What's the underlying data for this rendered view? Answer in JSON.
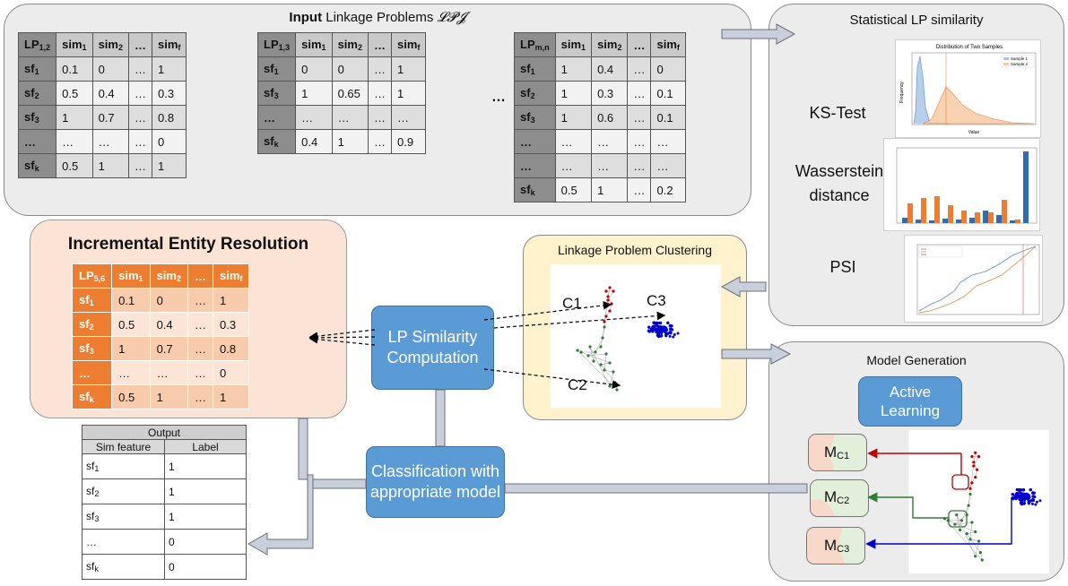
{
  "input_panel": {
    "title_bold": "Input",
    "title_rest": "Linkage Problems",
    "title_math": "𝓛𝓟𝓙",
    "tables": [
      {
        "header": [
          "LP1,2",
          "sim1",
          "sim2",
          "…",
          "simf"
        ],
        "rows": [
          [
            "sf1",
            "0.1",
            "0",
            "…",
            "1"
          ],
          [
            "sf2",
            "0.5",
            "0.4",
            "…",
            "0.3"
          ],
          [
            "sf3",
            "1",
            "0.7",
            "…",
            "0.8"
          ],
          [
            "…",
            "…",
            "…",
            "…",
            "0"
          ],
          [
            "sfk",
            "0.5",
            "1",
            "…",
            "1"
          ]
        ]
      },
      {
        "header": [
          "LP1,3",
          "sim1",
          "sim2",
          "…",
          "simf"
        ],
        "rows": [
          [
            "sf1",
            "0",
            "0",
            "…",
            "1"
          ],
          [
            "sf3",
            "1",
            "0.65",
            "…",
            "1"
          ],
          [
            "…",
            "…",
            "…",
            "…",
            "…"
          ],
          [
            "sfk",
            "0.4",
            "1",
            "…",
            "0.9"
          ]
        ]
      },
      {
        "header": [
          "LPm,n",
          "sim1",
          "sim2",
          "…",
          "simf"
        ],
        "rows": [
          [
            "sf1",
            "1",
            "0.4",
            "…",
            "0"
          ],
          [
            "sf2",
            "1",
            "0.3",
            "…",
            "0.1"
          ],
          [
            "sf3",
            "1",
            "0.6",
            "…",
            "0.1"
          ],
          [
            "…",
            "…",
            "…",
            "…",
            "…"
          ],
          [
            "…",
            "…",
            "…",
            "…",
            "…"
          ],
          [
            "sfk",
            "0.5",
            "1",
            "…",
            "0.2"
          ]
        ]
      }
    ],
    "ellipsis": "…"
  },
  "stat_panel": {
    "title": "Statistical LP similarity",
    "ks_label": "KS-Test",
    "wasserstein_label": "Wasserstein\ndistance",
    "psi_label": "PSI",
    "ks_thumb_title": "Distribution of Two Samples",
    "ks_legend": [
      "Sample 1",
      "Sample 2"
    ],
    "ks_xlabel": "Value",
    "ks_ylabel": "Frequency"
  },
  "ier_panel": {
    "title": "Incremental Entity Resolution",
    "header": [
      "LP5,6",
      "sim1",
      "sim2",
      "…",
      "simf"
    ],
    "rows": [
      [
        "sf1",
        "0.1",
        "0",
        "…",
        "1"
      ],
      [
        "sf2",
        "0.5",
        "0.4",
        "…",
        "0.3"
      ],
      [
        "sf3",
        "1",
        "0.7",
        "…",
        "0.8"
      ],
      [
        "…",
        "…",
        "…",
        "…",
        "0"
      ],
      [
        "sfk",
        "0.5",
        "1",
        "…",
        "1"
      ]
    ]
  },
  "cluster_panel": {
    "title": "Linkage Problem Clustering",
    "c1": "C1",
    "c2": "C2",
    "c3": "C3"
  },
  "lp_similarity_box": "LP Similarity\nComputation",
  "classification_box": "Classification with\nappropriate model",
  "model_panel": {
    "title": "Model Generation",
    "active_learning": "Active\nLearning",
    "models": [
      "MC1",
      "MC2",
      "MC3"
    ]
  },
  "output_table": {
    "title": "Output",
    "header": [
      "Sim feature",
      "Label"
    ],
    "rows": [
      [
        "sf1",
        "1"
      ],
      [
        "sf2",
        "1"
      ],
      [
        "sf3",
        "1"
      ],
      [
        "…",
        "0"
      ],
      [
        "sfk",
        "0"
      ]
    ]
  },
  "colors": {
    "orange": "#ed7d31",
    "blue_box": "#5b9bd5",
    "cluster_red": "#c00000",
    "cluster_green": "#2e7d32",
    "cluster_blue": "#0000cc"
  }
}
